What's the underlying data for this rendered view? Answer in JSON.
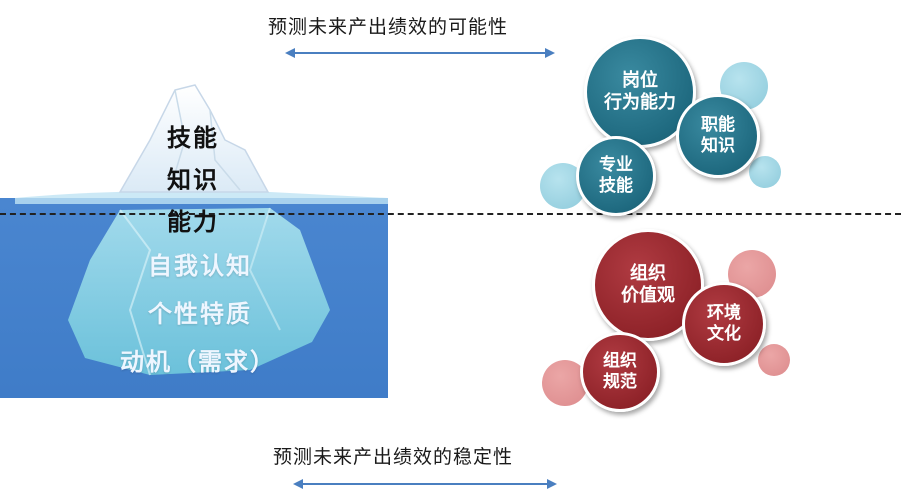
{
  "top_caption": "预测未来产出绩效的可能性",
  "bottom_caption": "预测未来产出绩效的稳定性",
  "iceberg": {
    "above_water": [
      "技能",
      "知识"
    ],
    "waterline": "能力",
    "below_water": [
      "自我认知",
      "个性特质",
      "动机（需求）"
    ]
  },
  "competency_bubbles": {
    "large": "岗位\n行为能力",
    "medium": "职能\n知识",
    "small": "专业\n技能"
  },
  "culture_bubbles": {
    "large": "组织\n价值观",
    "medium": "环境\n文化",
    "small": "组织\n规范"
  },
  "colors": {
    "teal": "#1f6a80",
    "teal_light": "#8dcadb",
    "red": "#8e2228",
    "red_light": "#dc8a8c",
    "water": "#4a86d0",
    "arrow": "#4a7fc0"
  }
}
